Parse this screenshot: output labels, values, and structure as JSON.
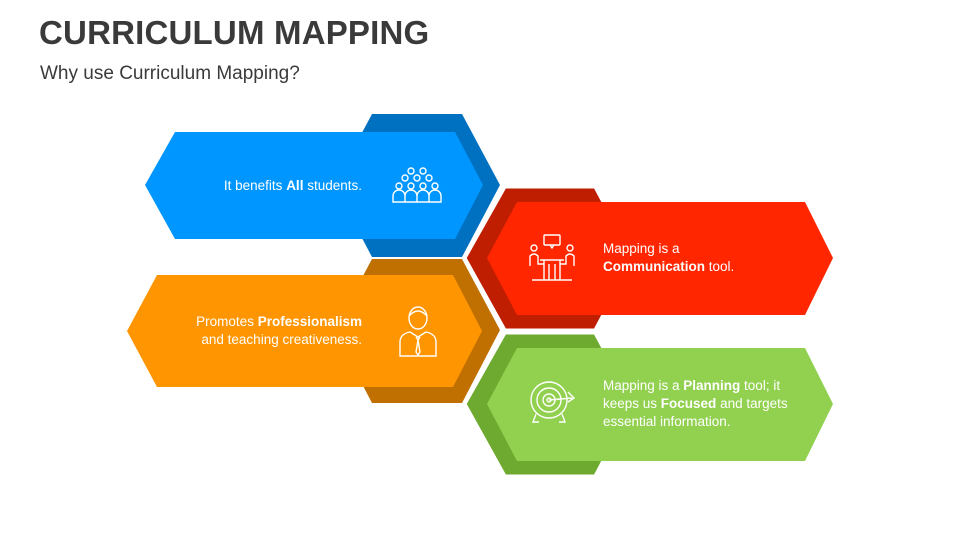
{
  "header": {
    "title": "CURRICULUM MAPPING",
    "subtitle": "Why use Curriculum Mapping?"
  },
  "items": [
    {
      "icon": "students-group-icon",
      "lines": [
        [
          {
            "t": "It benefits "
          },
          {
            "t": "All",
            "b": true
          },
          {
            "t": " students."
          }
        ]
      ],
      "color": "#0096FF",
      "dark": "#0070C0"
    },
    {
      "icon": "professional-person-icon",
      "lines": [
        [
          {
            "t": "Promotes "
          },
          {
            "t": "Professionalism",
            "b": true
          }
        ],
        [
          {
            "t": "and teaching creativeness."
          }
        ]
      ],
      "color": "#FF9500",
      "dark": "#C07000"
    },
    {
      "icon": "meeting-conversation-icon",
      "lines": [
        [
          {
            "t": "Mapping is a"
          }
        ],
        [
          {
            "t": "Communication",
            "b": true
          },
          {
            "t": " tool."
          }
        ]
      ],
      "color": "#FF2600",
      "dark": "#C01E00"
    },
    {
      "icon": "target-arrow-icon",
      "lines": [
        [
          {
            "t": "Mapping is a "
          },
          {
            "t": "Planning",
            "b": true
          },
          {
            "t": " tool; it"
          }
        ],
        [
          {
            "t": "keeps us "
          },
          {
            "t": "Focused",
            "b": true
          },
          {
            "t": " and targets"
          }
        ],
        [
          {
            "t": "essential information."
          }
        ]
      ],
      "color": "#92D050",
      "dark": "#6FAA30"
    }
  ]
}
